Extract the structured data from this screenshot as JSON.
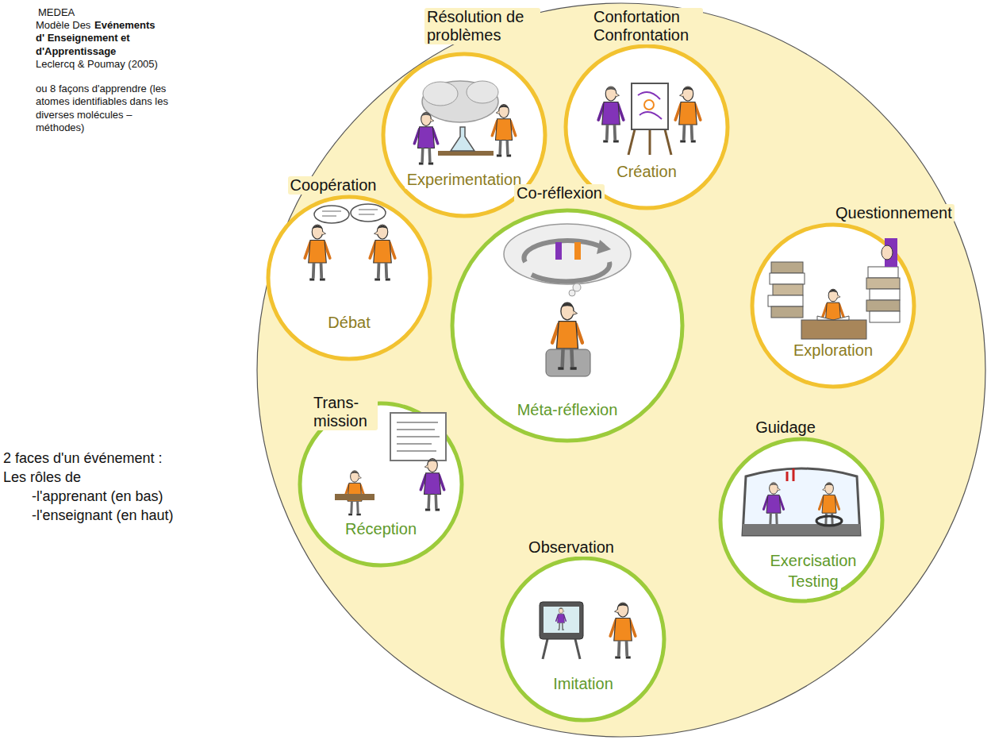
{
  "diagram": {
    "nodes": [
      {
        "text": [
          "Résolution de problèmes",
          "Experimentation"
        ]
      },
      {
        "text": [
          "Confortation Confrontation",
          "Création"
        ]
      },
      {
        "text": [
          "Coopération",
          "Débat"
        ]
      },
      {
        "text": [
          "Co-réflexion",
          "Méta-réflexion"
        ]
      },
      {
        "text": [
          "Questionnement",
          "Exploration"
        ]
      },
      {
        "text": [
          "Trans- mission",
          "Réception"
        ]
      },
      {
        "text": [
          "Guidage",
          "Exercisation",
          "Testing"
        ]
      },
      {
        "text": [
          "Observation",
          "Imitation"
        ]
      }
    ],
    "labels": [
      "MEDEA",
      "Modèle Des",
      "Evénements d' Enseignement et d'Apprentissage",
      "Leclercq & Poumay (2005)",
      "ou 8 façons d'apprendre (les atomes identifiables dans les diverses molécules – méthodes)",
      "2 faces d'un événement :",
      "Les rôles de",
      "-l'apprenant (en bas)",
      "-l'enseignant (en haut)"
    ]
  }
}
